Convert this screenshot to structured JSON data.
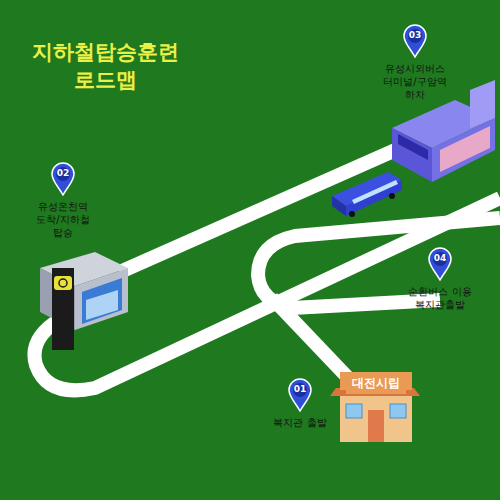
{
  "diagram": {
    "title": "지하철탑승훈련 로드맵",
    "nodes": [
      {
        "text": [
          "01",
          "복지관 출발"
        ]
      },
      {
        "text": [
          "02",
          "유성온천역 도착/지하철 탑승"
        ]
      },
      {
        "text": [
          "03",
          "유성시외버스 터미널/구암역 하차"
        ]
      },
      {
        "text": [
          "04",
          "순환버스 이용 복지관출발"
        ]
      },
      {
        "text": [
          "대전시립"
        ]
      }
    ]
  }
}
